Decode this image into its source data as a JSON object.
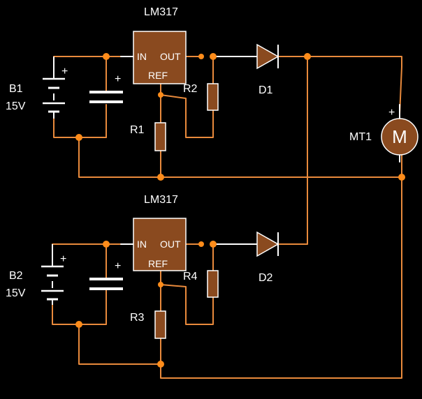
{
  "colors": {
    "background": "#000000",
    "wire": "#e98a3c",
    "junction": "#ff8c1a",
    "regulator_fill": "#8a4a1f",
    "component_fill": "#8a4a1f",
    "symbol": "#ffffff"
  },
  "regulators": [
    {
      "label": "LM317",
      "in_label": "IN",
      "out_label": "OUT",
      "ref_label": "REF"
    },
    {
      "label": "LM317",
      "in_label": "IN",
      "out_label": "OUT",
      "ref_label": "REF"
    }
  ],
  "batteries": [
    {
      "name": "B1",
      "voltage": "15V",
      "plus": "+"
    },
    {
      "name": "B2",
      "voltage": "15V",
      "plus": "+"
    }
  ],
  "capacitors": [
    {
      "plus": "+"
    },
    {
      "plus": "+"
    }
  ],
  "resistors": [
    "R1",
    "R2",
    "R3",
    "R4"
  ],
  "diodes": [
    "D1",
    "D2"
  ],
  "motor": {
    "name": "MT1",
    "symbol": "M",
    "plus": "+"
  }
}
